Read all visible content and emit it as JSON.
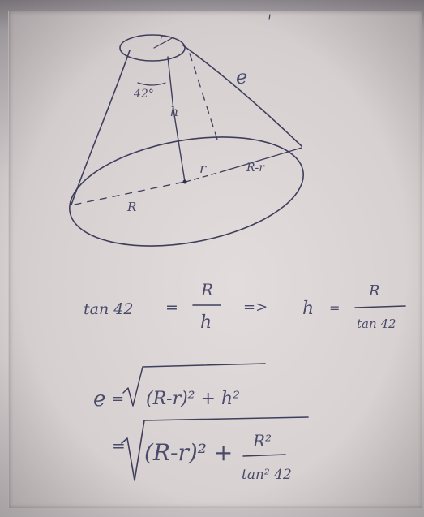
{
  "diagram": {
    "top_radius_label": "r",
    "slant_label": "e",
    "angle_label": "42°",
    "height_label": "h",
    "base_inner_label": "r",
    "base_diff_label": "R-r",
    "base_radius_label": "R"
  },
  "formulas": {
    "line1": {
      "lhs": "tan 42",
      "equals": "=",
      "frac_num": "R",
      "frac_den": "h",
      "implies": "=>",
      "rhs_var": "h",
      "rhs_equals": "=",
      "rhs_num": "R",
      "rhs_den": "tan 42"
    },
    "line2": {
      "lhs": "e",
      "equals": "=",
      "radicand": "(R-r)² + h²"
    },
    "line3": {
      "equals": "=",
      "term1": "(R-r)² +",
      "frac_num": "R²",
      "frac_den": "tan² 42"
    }
  },
  "colors": {
    "ink": "#3f3f5c",
    "paper": "#d9d3d4"
  }
}
